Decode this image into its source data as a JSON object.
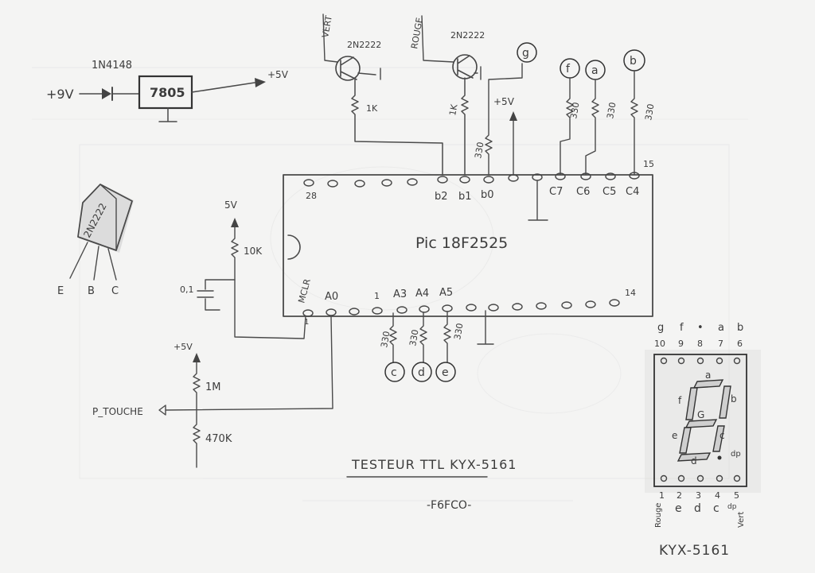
{
  "title": "TESTEUR TTL   KYX-5161",
  "author": "-F6FCO-",
  "regulator": {
    "diode": "1N4148",
    "input": "+9V",
    "ic": "7805",
    "output": "+5V"
  },
  "transistors": [
    {
      "label": "VERT",
      "type": "2N2222",
      "resistor": "1K"
    },
    {
      "label": "ROUGE",
      "type": "2N2222",
      "resistor": "1K"
    }
  ],
  "pinout": {
    "part": "2N2222",
    "pins": [
      "E",
      "B",
      "C"
    ]
  },
  "segments_top": [
    {
      "name": "g",
      "res": "330"
    },
    {
      "name": "f",
      "res": "330"
    },
    {
      "name": "a",
      "res": "330"
    },
    {
      "name": "b",
      "res": "330"
    }
  ],
  "plus5v": "+5V",
  "r_b0": "330",
  "mcu": {
    "name": "Pic 18F2525",
    "top_pins": {
      "p28": "28",
      "b2": "b2",
      "b1": "b1",
      "b0": "b0",
      "c7": "C7",
      "c6": "C6",
      "c5": "C5",
      "c4": "C4",
      "p15": "15"
    },
    "bottom_pins": {
      "mclr": "MCLR",
      "p1": "1",
      "a0": "A0",
      "n1": "1",
      "a3": "A3",
      "a4": "A4",
      "a5": "A5",
      "p14": "14"
    }
  },
  "mclr_circuit": {
    "vcc": "5V",
    "res": "10K",
    "cap": "0,1"
  },
  "bottom_segments": [
    {
      "name": "c",
      "res": "330"
    },
    {
      "name": "d",
      "res": "330"
    },
    {
      "name": "e",
      "res": "330"
    }
  ],
  "probe": {
    "vcc": "+5V",
    "r1": "1M",
    "r2": "470K",
    "label": "P_TOUCHE"
  },
  "display": {
    "part": "KYX-5161",
    "top_letters": [
      "g",
      "f",
      "•",
      "a",
      "b"
    ],
    "top_numbers": [
      "10",
      "9",
      "8",
      "7",
      "6"
    ],
    "bottom_numbers": [
      "1",
      "2",
      "3",
      "4",
      "5"
    ],
    "bottom_letters": [
      "e",
      "d",
      "c",
      "dp"
    ],
    "rouge": "Rouge",
    "vert": "Vert",
    "segments": [
      "a",
      "b",
      "c",
      "d",
      "e",
      "f",
      "G"
    ],
    "dp": "dp"
  }
}
